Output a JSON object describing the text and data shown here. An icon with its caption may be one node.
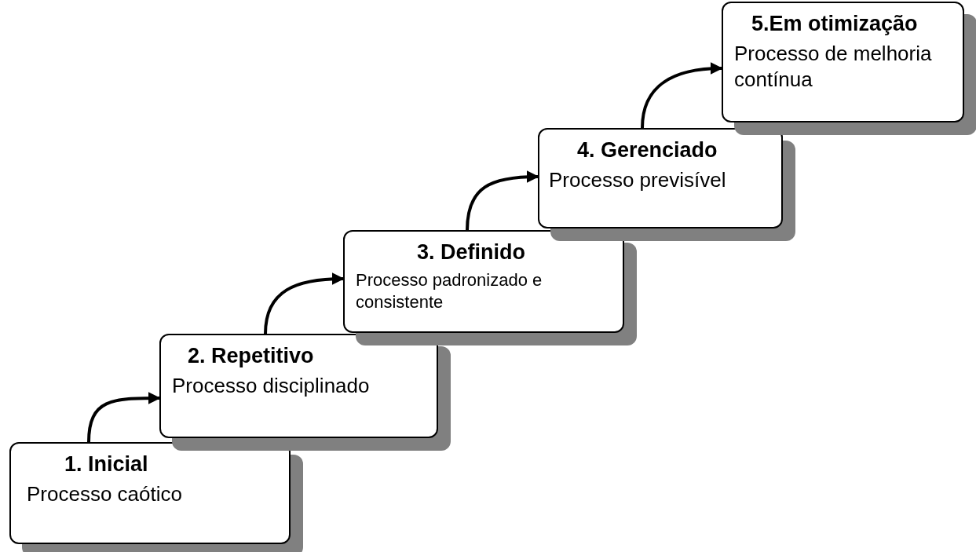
{
  "diagram": {
    "nodes": [
      {
        "text": [
          "1. Inicial",
          "Processo caótico"
        ]
      },
      {
        "text": [
          "2. Repetitivo",
          "Processo disciplinado"
        ]
      },
      {
        "text": [
          "3. Definido",
          "Processo padronizado e consistente"
        ]
      },
      {
        "text": [
          "4. Gerenciado",
          "Processo previsível"
        ]
      },
      {
        "text": [
          "5.Em otimização",
          "Processo de melhoria contínua"
        ]
      }
    ],
    "edges": [
      {
        "from": 0,
        "to": 1,
        "arrow": "to"
      },
      {
        "from": 1,
        "to": 2,
        "arrow": "to"
      },
      {
        "from": 2,
        "to": 3,
        "arrow": "to"
      },
      {
        "from": 3,
        "to": 4,
        "arrow": "to"
      }
    ]
  }
}
